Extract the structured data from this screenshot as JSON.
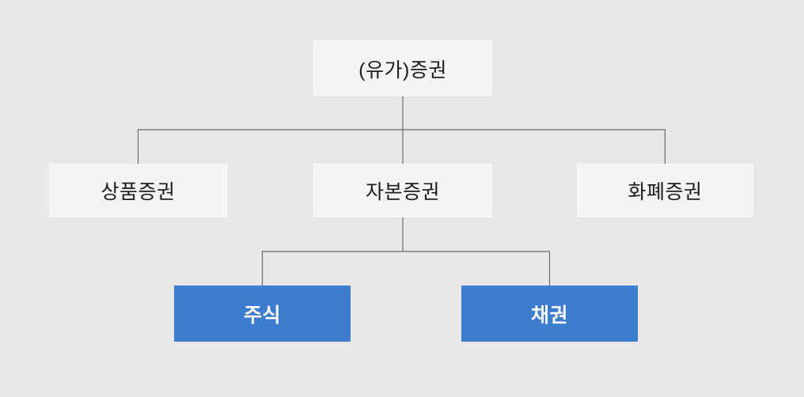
{
  "colors": {
    "canvas_bg": "#e8e8e7",
    "node_fill": "#f7f3ee",
    "node_border": "#fcfaf6",
    "node_text": "#1d1d1d",
    "highlight_fill": "#3c7dd0",
    "highlight_text": "#ffffff",
    "connector": "#6b6b6b"
  },
  "diagram": {
    "type": "hierarchy-tree",
    "root": {
      "label": "(유가)증권"
    },
    "level2": [
      {
        "label": "상품증권"
      },
      {
        "label": "자본증권"
      },
      {
        "label": "화폐증권"
      }
    ],
    "level3": [
      {
        "label": "주식",
        "highlighted": true
      },
      {
        "label": "채권",
        "highlighted": true
      }
    ]
  }
}
